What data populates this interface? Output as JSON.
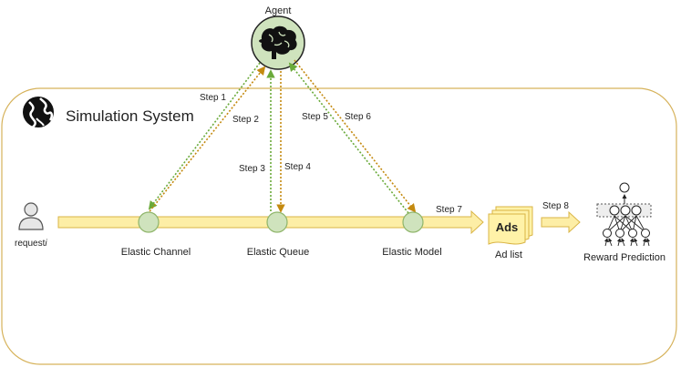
{
  "agent": {
    "label": "Agent",
    "icon": "brain-icon"
  },
  "system": {
    "title": "Simulation System",
    "icon": "globe-icon"
  },
  "request": {
    "label_main": "request",
    "label_sub": "i",
    "icon": "user-icon"
  },
  "stations": {
    "channel": "Elastic Channel",
    "queue": "Elastic Queue",
    "model": "Elastic Model"
  },
  "ad_list": {
    "card_text": "Ads",
    "label": "Ad list"
  },
  "reward": {
    "label": "Reward Prediction",
    "icon": "neural-network-icon"
  },
  "steps": {
    "s1": "Step 1",
    "s2": "Step 2",
    "s3": "Step 3",
    "s4": "Step 4",
    "s5": "Step 5",
    "s6": "Step 6",
    "s7": "Step 7",
    "s8": "Step 8"
  },
  "colors": {
    "pipe_fill": "#fdeea6",
    "pipe_stroke": "#d9b445",
    "node_fill": "#cfe3bd",
    "node_stroke": "#8fb56a",
    "green_arrow": "#6aaa3a",
    "orange_arrow": "#c48a10",
    "system_border": "#d6b25a",
    "ads_fill": "#fff2a8"
  }
}
